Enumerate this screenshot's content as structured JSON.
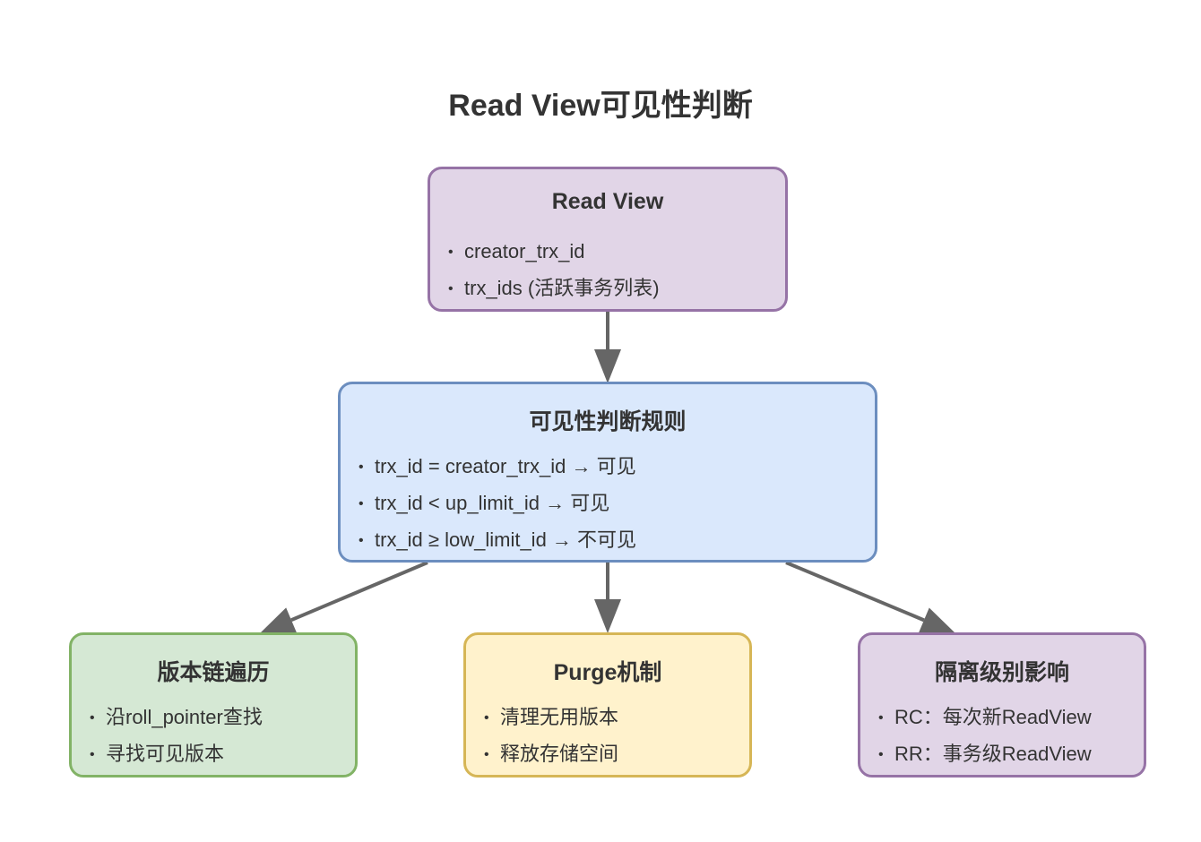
{
  "diagram": {
    "title": "Read View可见性判断",
    "bullet_glyph": "•",
    "connector_color": "#666666",
    "nodes": {
      "read_view": {
        "title": "Read View",
        "fill": "#e1d5e7",
        "stroke": "#9673a6",
        "items": [
          "creator_trx_id",
          "trx_ids (活跃事务列表)"
        ]
      },
      "rules": {
        "title": "可见性判断规则",
        "fill": "#dae8fc",
        "stroke": "#6c8ebf",
        "items": [
          "trx_id = creator_trx_id → 可见",
          "trx_id < up_limit_id → 可见",
          "trx_id ≥ low_limit_id → 不可见"
        ]
      },
      "version_chain": {
        "title": "版本链遍历",
        "fill": "#d5e8d4",
        "stroke": "#82b366",
        "items": [
          "沿roll_pointer查找",
          "寻找可见版本"
        ]
      },
      "purge": {
        "title": "Purge机制",
        "fill": "#fff2cc",
        "stroke": "#d6b656",
        "items": [
          "清理无用版本",
          "释放存储空间"
        ]
      },
      "isolation": {
        "title": "隔离级别影响",
        "fill": "#e1d5e7",
        "stroke": "#9673a6",
        "items": [
          "RC：每次新ReadView",
          "RR：事务级ReadView"
        ]
      }
    },
    "edges": [
      {
        "from": "read_view",
        "to": "rules"
      },
      {
        "from": "rules",
        "to": "version_chain"
      },
      {
        "from": "rules",
        "to": "purge"
      },
      {
        "from": "rules",
        "to": "isolation"
      }
    ]
  }
}
